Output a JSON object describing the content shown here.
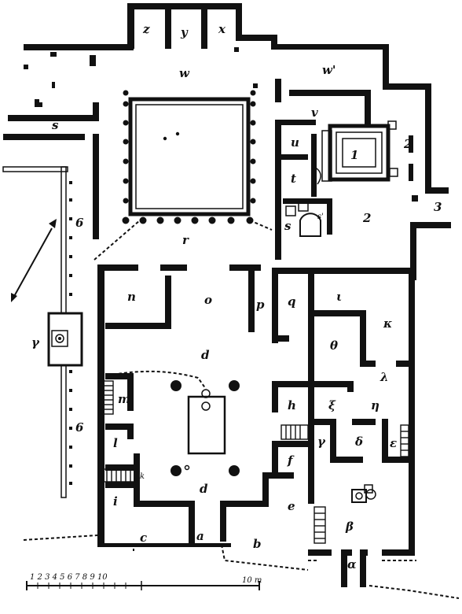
{
  "plan": {
    "labels": {
      "z": "z",
      "y": "y",
      "x": "x",
      "w_upper": "w",
      "w2": "w'",
      "v": "v",
      "u": "u",
      "t": "t",
      "s": "s",
      "s1": "s'",
      "s_left": "s",
      "r": "r",
      "room2_upper": "2",
      "room2_lower": "2",
      "room1": "1",
      "room3": "3",
      "n": "n",
      "o": "o",
      "p": "p",
      "q": "q",
      "iota": "ι",
      "kappa": "κ",
      "lambda": "λ",
      "theta": "θ",
      "d_upper": "d",
      "d_lower": "d",
      "m": "m",
      "h": "h",
      "xi": "ξ",
      "eta": "η",
      "l": "l",
      "gamma_room": "γ",
      "delta": "δ",
      "epsilon": "ε",
      "f": "f",
      "k": "k",
      "e": "e",
      "i": "i",
      "c": "c",
      "a": "a",
      "b": "b",
      "beta": "β",
      "alpha": "α",
      "six_upper": "6",
      "six_lower": "6",
      "gamma_fountain": "γ"
    },
    "scale": {
      "ticks": "1 2 3 4 5 6 7 8 9 10",
      "end": "10 m"
    }
  }
}
